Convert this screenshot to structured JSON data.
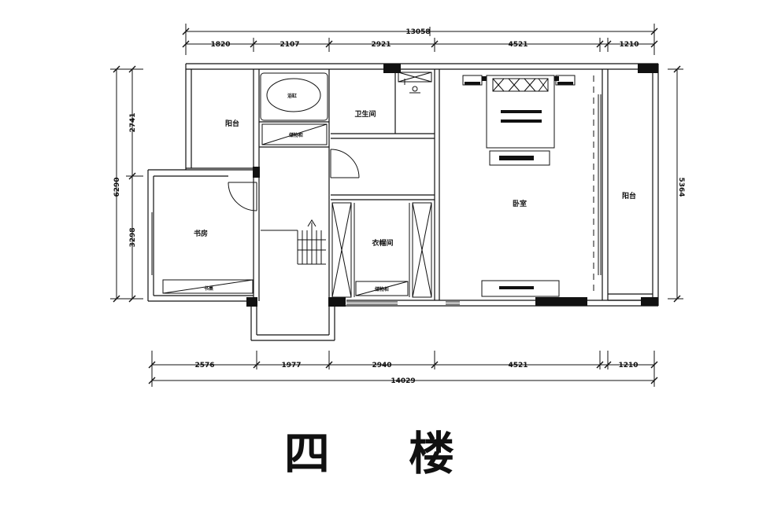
{
  "title": "四 楼",
  "dimensions": {
    "top_total": "13058",
    "top_segments": [
      "1820",
      "2107",
      "2921",
      "4521",
      "1210"
    ],
    "bottom_segments": [
      "2576",
      "1977",
      "2940",
      "4521",
      "1210"
    ],
    "bottom_total": "14029",
    "left_total": "6290",
    "left_segments": [
      "2741",
      "3298"
    ],
    "right_total": "5364"
  },
  "rooms": {
    "balcony_left": "阳台",
    "balcony_right": "阳台",
    "bathroom": "卫生间",
    "master_bedroom": "卧室",
    "study": "书房",
    "wardrobe": "衣帽间",
    "bathtub": "浴缸",
    "cabinet_hall": "储物柜",
    "desk": "书桌",
    "shoe_cabinet": "储物柜"
  }
}
